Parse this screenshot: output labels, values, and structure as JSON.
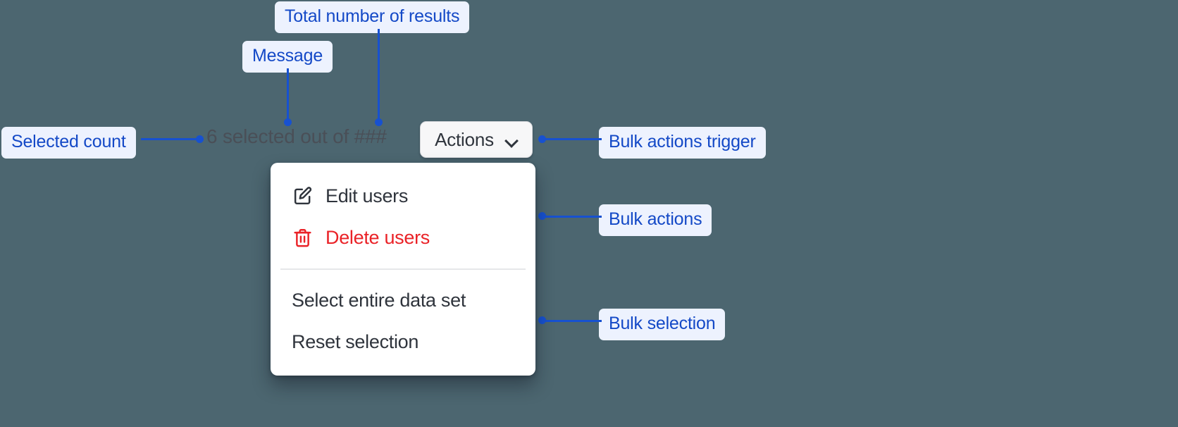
{
  "background_color": "#4c6670",
  "accent_color": "#1449c7",
  "annotation_bg": "#edf2fe",
  "danger_color": "#ea2227",
  "annotations": [
    {
      "id": "total-results",
      "label": "Total number of results"
    },
    {
      "id": "message",
      "label": "Message"
    },
    {
      "id": "selected-count",
      "label": "Selected count"
    },
    {
      "id": "bulk-actions-trigger",
      "label": "Bulk actions trigger"
    },
    {
      "id": "bulk-actions",
      "label": "Bulk actions"
    },
    {
      "id": "bulk-selection",
      "label": "Bulk selection"
    }
  ],
  "selection": {
    "count": "6",
    "message": "6 selected out of ###",
    "total_placeholder": "###"
  },
  "trigger": {
    "label": "Actions",
    "chevron_icon": "chevron-down-icon"
  },
  "menu": {
    "groups": [
      {
        "name": "bulk-actions",
        "items": [
          {
            "label": "Edit users",
            "icon": "pencil-square-icon",
            "danger": false
          },
          {
            "label": "Delete users",
            "icon": "trash-icon",
            "danger": true
          }
        ]
      },
      {
        "name": "bulk-selection",
        "items": [
          {
            "label": "Select entire data set",
            "icon": null,
            "danger": false
          },
          {
            "label": "Reset selection",
            "icon": null,
            "danger": false
          }
        ]
      }
    ]
  }
}
